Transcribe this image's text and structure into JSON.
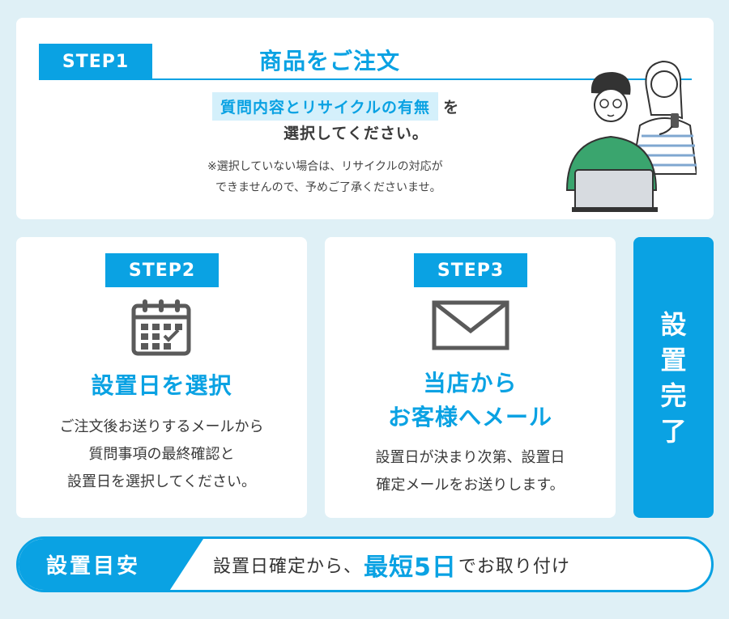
{
  "step1": {
    "badge": "STEP1",
    "title": "商品をご注文",
    "highlight": "質問内容とリサイクルの有無",
    "suffix": "を",
    "line2": "選択してください。",
    "note1": "※選択していない場合は、リサイクルの対応が",
    "note2": "できませんので、予めご了承くださいませ。"
  },
  "step2": {
    "badge": "STEP2",
    "icon": "calendar-check-icon",
    "title": "設置日を選択",
    "body": [
      "ご注文後お送りするメールから",
      "質問事項の最終確認と",
      "設置日を選択してください。"
    ]
  },
  "step3": {
    "badge": "STEP3",
    "icon": "envelope-icon",
    "title": [
      "当店から",
      "お客様へメール"
    ],
    "body": [
      "設置日が決まり次第、設置日",
      "確定メールをお送りします。"
    ]
  },
  "done": {
    "chars": [
      "設",
      "置",
      "完",
      "了"
    ]
  },
  "bar": {
    "label": "設置目安",
    "prefix": "設置日確定から、",
    "emphasis": "最短5日",
    "suffix": "でお取り付け"
  },
  "colors": {
    "accent": "#0aa2e3",
    "background": "#dff0f6",
    "highlight": "#d4f0fb"
  }
}
